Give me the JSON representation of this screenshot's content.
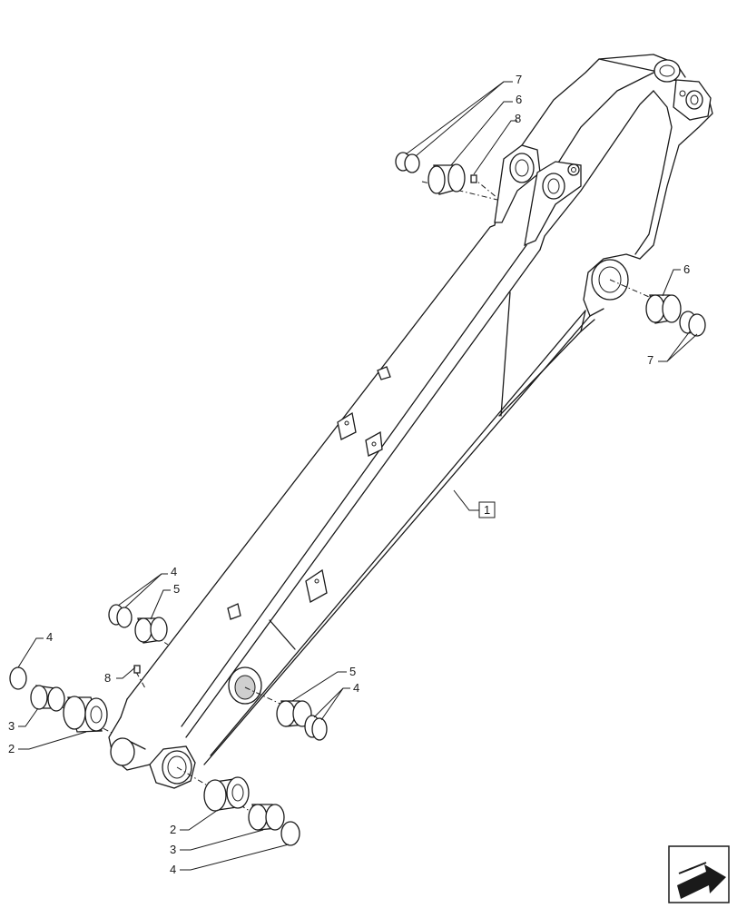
{
  "callouts": {
    "c1": "1",
    "c7_top": "7",
    "c6_top": "6",
    "c8_top": "8",
    "c6_right": "6",
    "c7_right": "7",
    "c4_mid": "4",
    "c5_mid": "5",
    "c4_left": "4",
    "c8_left": "8",
    "c3_left": "3",
    "c2_left": "2",
    "c5_low": "5",
    "c4_low": "4",
    "c2_bottom": "2",
    "c3_bottom": "3",
    "c4_bottom": "4"
  },
  "icons": {
    "nav": "back-arrow-icon"
  }
}
